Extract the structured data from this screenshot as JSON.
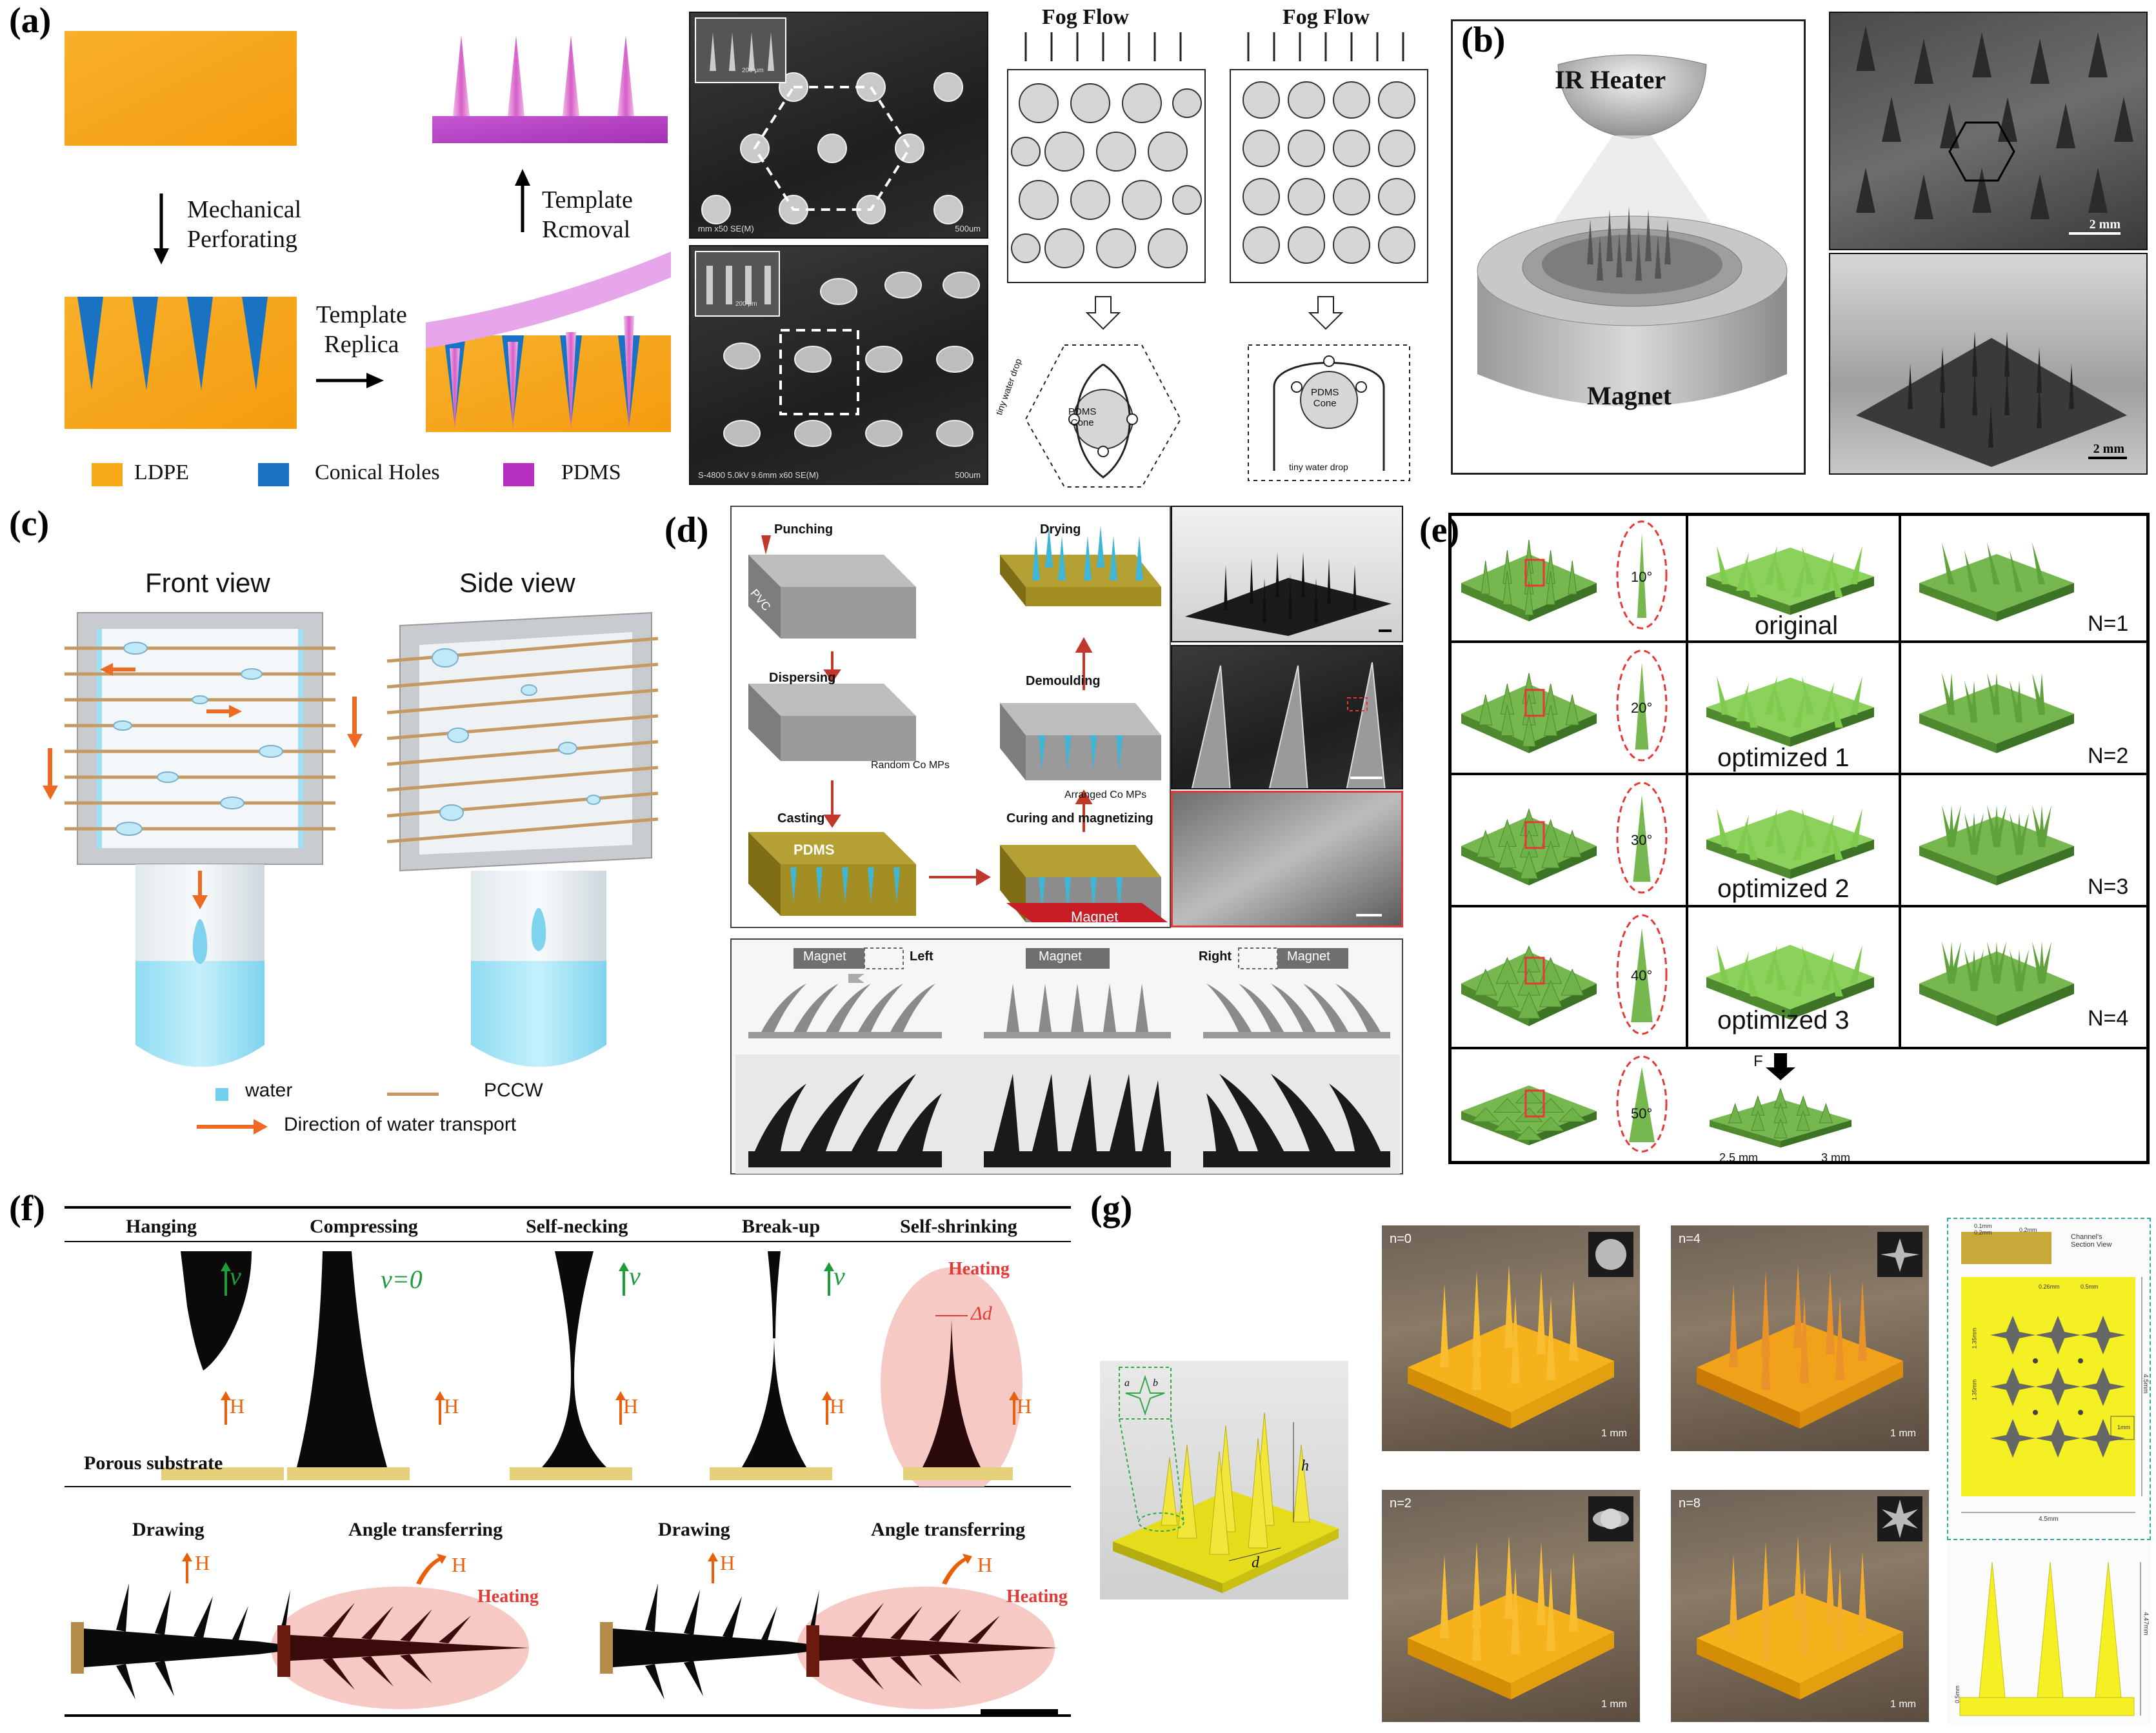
{
  "panels": {
    "a": {
      "label": "(a)",
      "steps": {
        "perforating": "Mechanical\nPerforating",
        "replica": "Template\nReplica",
        "removal": "Template\nRcmoval"
      },
      "legend": {
        "ldpe": "LDPE",
        "holes": "Conical Holes",
        "pdms": "PDMS"
      },
      "sem_top": {
        "info": "mm x50 SE(M)",
        "scale": "500um",
        "inset_scale": "200 μm"
      },
      "sem_bottom": {
        "info": "S-4800 5.0kV 9.6mm x60 SE(M)",
        "scale": "500um",
        "inset_scale": "200 μm"
      },
      "fog_left": {
        "title": "Fog Flow",
        "drop_label": "tiny water drop",
        "cone_label": "PDMS\nCone"
      },
      "fog_right": {
        "title": "Fog Flow",
        "drop_label": "tiny water drop",
        "cone_label": "PDMS\nCone"
      },
      "colors": {
        "ldpe": "#f7a81b",
        "holes": "#1a73c2",
        "pdms": "#b62fbf"
      }
    },
    "b": {
      "label": "(b)",
      "heater": "IR Heater",
      "magnet": "Magnet",
      "scale_top": "2 mm",
      "scale_bottom": "2 mm"
    },
    "c": {
      "label": "(c)",
      "front": "Front view",
      "side": "Side view",
      "legend": {
        "water": "water",
        "pccw": "PCCW",
        "direction": "Direction of water transport"
      }
    },
    "d": {
      "label": "(d)",
      "steps": {
        "punching": "Punching",
        "pvc": "PVC",
        "dispersing": "Dispersing",
        "random": "Random Co MPs",
        "casting": "Casting",
        "pdms": "PDMS",
        "drying": "Drying",
        "demoulding": "Demoulding",
        "arranged": "Arranged Co MPs",
        "curing": "Curing and magnetizing",
        "magnet": "Magnet"
      },
      "bottom": {
        "magnet": "Magnet",
        "left": "Left",
        "right": "Right"
      }
    },
    "e": {
      "label": "(e)",
      "angles": [
        "10°",
        "20°",
        "30°",
        "40°",
        "50°"
      ],
      "middle": [
        "original",
        "optimized 1",
        "optimized 2",
        "optimized 3"
      ],
      "right": [
        "N=1",
        "N=2",
        "N=3",
        "N=4"
      ],
      "force": "F",
      "dim_a": "2.5 mm",
      "dim_b": "3 mm"
    },
    "f": {
      "label": "(f)",
      "top_titles": [
        "Hanging",
        "Compressing",
        "Self-necking",
        "Break-up",
        "Self-shrinking"
      ],
      "v": "v",
      "v0": "v=0",
      "h": "H",
      "porous": "Porous substrate",
      "heating": "Heating",
      "dd": "Δd",
      "bottom_titles": [
        "Drawing",
        "Angle transferring",
        "Drawing",
        "Angle transferring"
      ]
    },
    "g": {
      "label": "(g)",
      "cells": [
        "n=0",
        "n=4",
        "n=2",
        "n=8"
      ],
      "scale": "1 mm",
      "schematic": {
        "h": "h",
        "d": "d",
        "a": "a",
        "b": "b"
      },
      "drawing": {
        "section": "Channel's\nSection View",
        "dims": [
          "0.1mm",
          "0.2mm",
          "0.2mm",
          "0.26mm",
          "0.5mm",
          "1.35mm",
          "1.35mm",
          "1mm",
          "4.5mm",
          "4.5mm",
          "4.47mm",
          "0.5mm"
        ]
      }
    }
  }
}
